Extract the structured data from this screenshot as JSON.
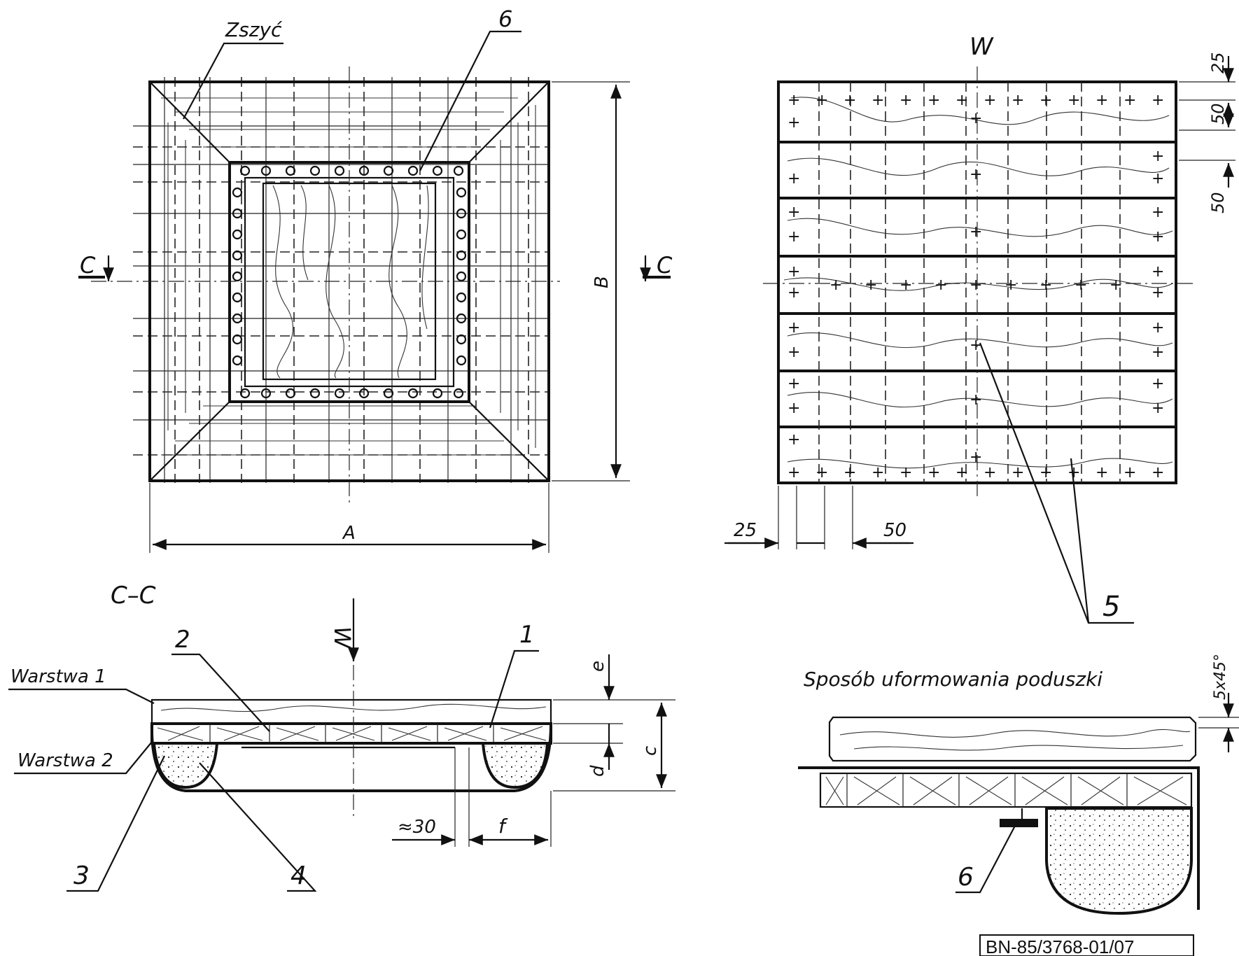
{
  "drawing": {
    "stamp": "BN-85/3768-01/07",
    "top_left_view": {
      "seam_label": "Zszyć",
      "part_6": "6",
      "section_left": "C",
      "section_right": "C",
      "dim_width": "A",
      "dim_height": "B"
    },
    "top_right_view": {
      "load_label": "W",
      "dim_25_right": "25",
      "dim_50_right_a": "50",
      "dim_50_right_b": "50",
      "dim_25_bottom": "25",
      "dim_50_bottom": "50",
      "part_5": "5"
    },
    "section_view": {
      "title": "C–C",
      "load_label": "W",
      "layer_1": "Warstwa 1",
      "layer_2": "Warstwa 2",
      "part_1": "1",
      "part_2": "2",
      "part_3": "3",
      "part_4": "4",
      "dim_e": "e",
      "dim_c": "c",
      "dim_d": "d",
      "dim_30": "≈30",
      "dim_f": "f"
    },
    "detail_view": {
      "title": "Sposób uformowania poduszki",
      "chamfer": "5x45°",
      "part_6": "6"
    }
  }
}
